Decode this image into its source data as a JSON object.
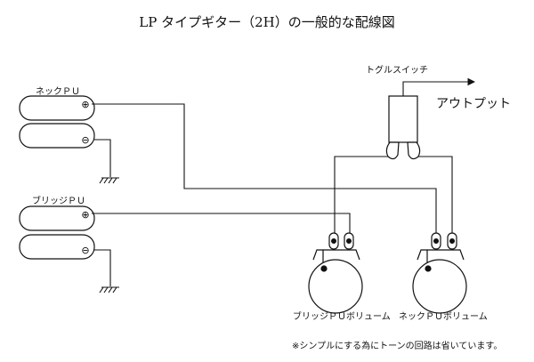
{
  "title": "LP タイプギター（2H）の一般的な配線図",
  "labels": {
    "neck_pu": "ネックＰＵ",
    "bridge_pu": "ブリッジＰＵ",
    "toggle_switch": "トグルスイッチ",
    "output": "アウトプット",
    "bridge_volume": "ブリッジＰＵボリューム",
    "neck_volume": "ネックＰＵボリューム"
  },
  "symbols": {
    "plus": "⊕",
    "minus": "⊖"
  },
  "note": "※シンプルにする為にトーンの回路は省いています。"
}
